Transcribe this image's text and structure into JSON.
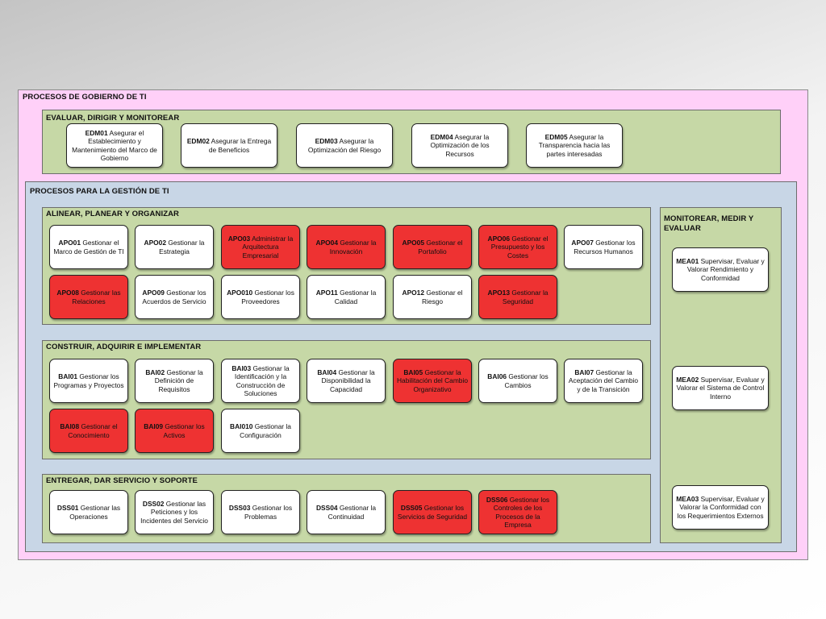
{
  "governance": {
    "title": "PROCESOS DE GOBIERNO DE TI",
    "edm": {
      "title": "EVALUAR, DIRIGIR Y MONITOREAR",
      "items": [
        {
          "code": "EDM01",
          "text": "Asegurar el Establecimiento y Mantenimiento del Marco de Gobierno"
        },
        {
          "code": "EDM02",
          "text": "Asegurar la Entrega de Beneficios"
        },
        {
          "code": "EDM03",
          "text": "Asegurar la Optimización del Riesgo"
        },
        {
          "code": "EDM04",
          "text": "Asegurar la Optimización de los Recursos"
        },
        {
          "code": "EDM05",
          "text": "Asegurar la Transparencia hacia las partes interesadas"
        }
      ]
    }
  },
  "management": {
    "title": "PROCESOS PARA LA GESTIÓN DE TI",
    "apo": {
      "title": "ALINEAR, PLANEAR Y ORGANIZAR",
      "items": [
        {
          "code": "APO01",
          "text": "Gestionar el Marco de Gestión de TI",
          "highlight": false
        },
        {
          "code": "APO02",
          "text": "Gestionar la Estrategia",
          "highlight": false
        },
        {
          "code": "APO03",
          "text": "Administrar la Arquitectura Empresarial",
          "highlight": true
        },
        {
          "code": "APO04",
          "text": "Gestionar la Innovación",
          "highlight": true
        },
        {
          "code": "APO05",
          "text": "Gestionar el Portafolio",
          "highlight": true
        },
        {
          "code": "APO06",
          "text": "Gestionar el Presupuesto y los Costes",
          "highlight": true
        },
        {
          "code": "APO07",
          "text": "Gestionar los Recursos Humanos",
          "highlight": false
        },
        {
          "code": "APO08",
          "text": "Gestionar las Relaciones",
          "highlight": true
        },
        {
          "code": "APO09",
          "text": "Gestionar los Acuerdos de Servicio",
          "highlight": false
        },
        {
          "code": "APO010",
          "text": "Gestionar los Proveedores",
          "highlight": false
        },
        {
          "code": "APO11",
          "text": "Gestionar la Calidad",
          "highlight": false
        },
        {
          "code": "APO12",
          "text": "Gestionar el Riesgo",
          "highlight": false
        },
        {
          "code": "APO13",
          "text": "Gestionar la Seguridad",
          "highlight": true
        }
      ]
    },
    "bai": {
      "title": "CONSTRUIR, ADQUIRIR E IMPLEMENTAR",
      "items": [
        {
          "code": "BAI01",
          "text": "Gestionar los Programas y Proyectos",
          "highlight": false
        },
        {
          "code": "BAI02",
          "text": "Gestionar la Definición de Requisitos",
          "highlight": false
        },
        {
          "code": "BAI03",
          "text": "Gestionar la Identificación y la Construcción de Soluciones",
          "highlight": false
        },
        {
          "code": "BAI04",
          "text": "Gestionar la Disponibilidad la Capacidad",
          "highlight": false
        },
        {
          "code": "BAI05",
          "text": "Gestionar la Habilitación del Cambio Organizativo",
          "highlight": true
        },
        {
          "code": "BAI06",
          "text": "Gestionar los Cambios",
          "highlight": false
        },
        {
          "code": "BAI07",
          "text": "Gestionar la Aceptación del Cambio y de la Transición",
          "highlight": false
        },
        {
          "code": "BAI08",
          "text": "Gestionar el Conocimiento",
          "highlight": true
        },
        {
          "code": "BAI09",
          "text": "Gestionar los Activos",
          "highlight": true
        },
        {
          "code": "BAI010",
          "text": "Gestionar la Configuración",
          "highlight": false
        }
      ]
    },
    "dss": {
      "title": "ENTREGAR, DAR SERVICIO Y SOPORTE",
      "items": [
        {
          "code": "DSS01",
          "text": "Gestionar las Operaciones",
          "highlight": false
        },
        {
          "code": "DSS02",
          "text": "Gestionar las Peticiones y los Incidentes del Servicio",
          "highlight": false
        },
        {
          "code": "DSS03",
          "text": "Gestionar los Problemas",
          "highlight": false
        },
        {
          "code": "DSS04",
          "text": "Gestionar la Continuidad",
          "highlight": false
        },
        {
          "code": "DSS05",
          "text": "Gestionar los Servicios de Seguridad",
          "highlight": true
        },
        {
          "code": "DSS06",
          "text": "Gestionar los Controles de los Procesos de la Empresa",
          "highlight": true
        }
      ]
    },
    "mea": {
      "title": "MONITOREAR, MEDIR Y EVALUAR",
      "items": [
        {
          "code": "MEA01",
          "text": "Supervisar, Evaluar y Valorar Rendimiento y Conformidad"
        },
        {
          "code": "MEA02",
          "text": "Supervisar, Evaluar y Valorar el Sistema de Control Interno"
        },
        {
          "code": "MEA03",
          "text": "Supervisar, Evaluar y Valorar la Conformidad con los Requerimientos Externos"
        }
      ]
    }
  },
  "colors": {
    "highlight": "#ee3232",
    "governance_bg": "#ffd0f8",
    "management_bg": "#c8d6e6",
    "domain_bg": "#c6d8a6"
  }
}
